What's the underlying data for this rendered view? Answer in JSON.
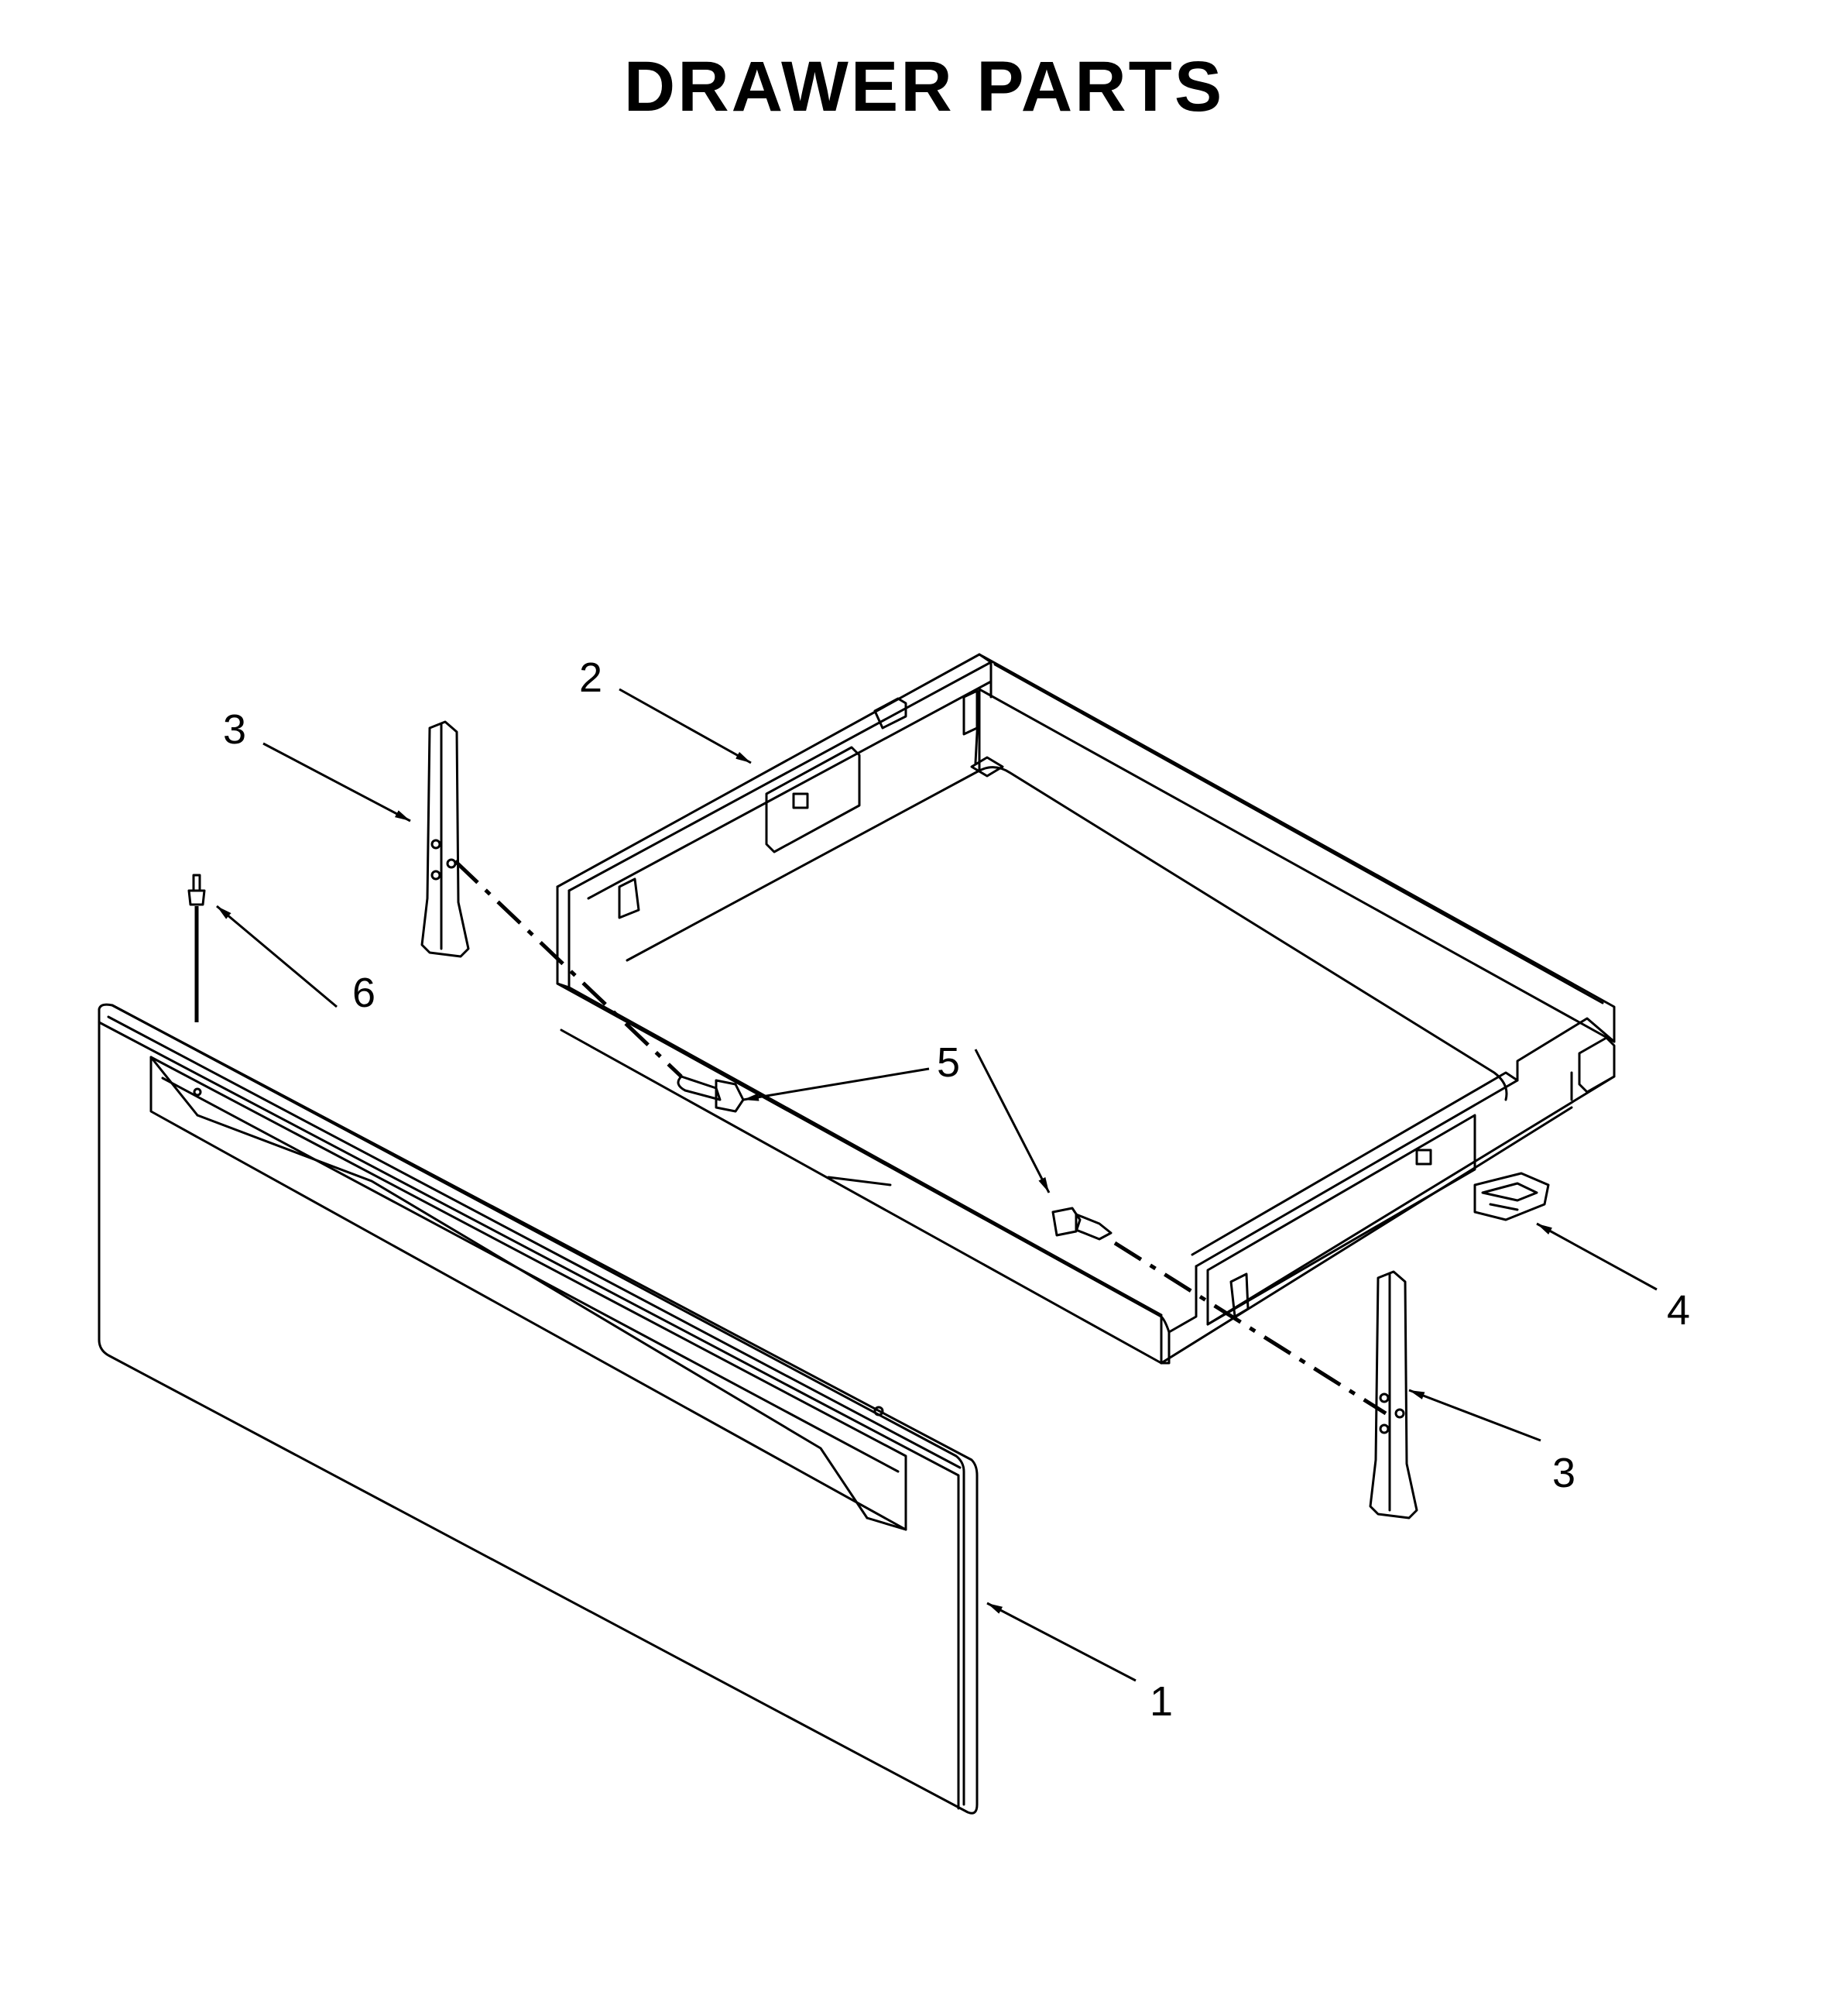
{
  "title": "DRAWER PARTS",
  "callouts": [
    {
      "id": "c1",
      "label": "1"
    },
    {
      "id": "c2",
      "label": "2"
    },
    {
      "id": "c3a",
      "label": "3"
    },
    {
      "id": "c3b",
      "label": "3"
    },
    {
      "id": "c4",
      "label": "4"
    },
    {
      "id": "c5",
      "label": "5"
    },
    {
      "id": "c6",
      "label": "6"
    }
  ]
}
